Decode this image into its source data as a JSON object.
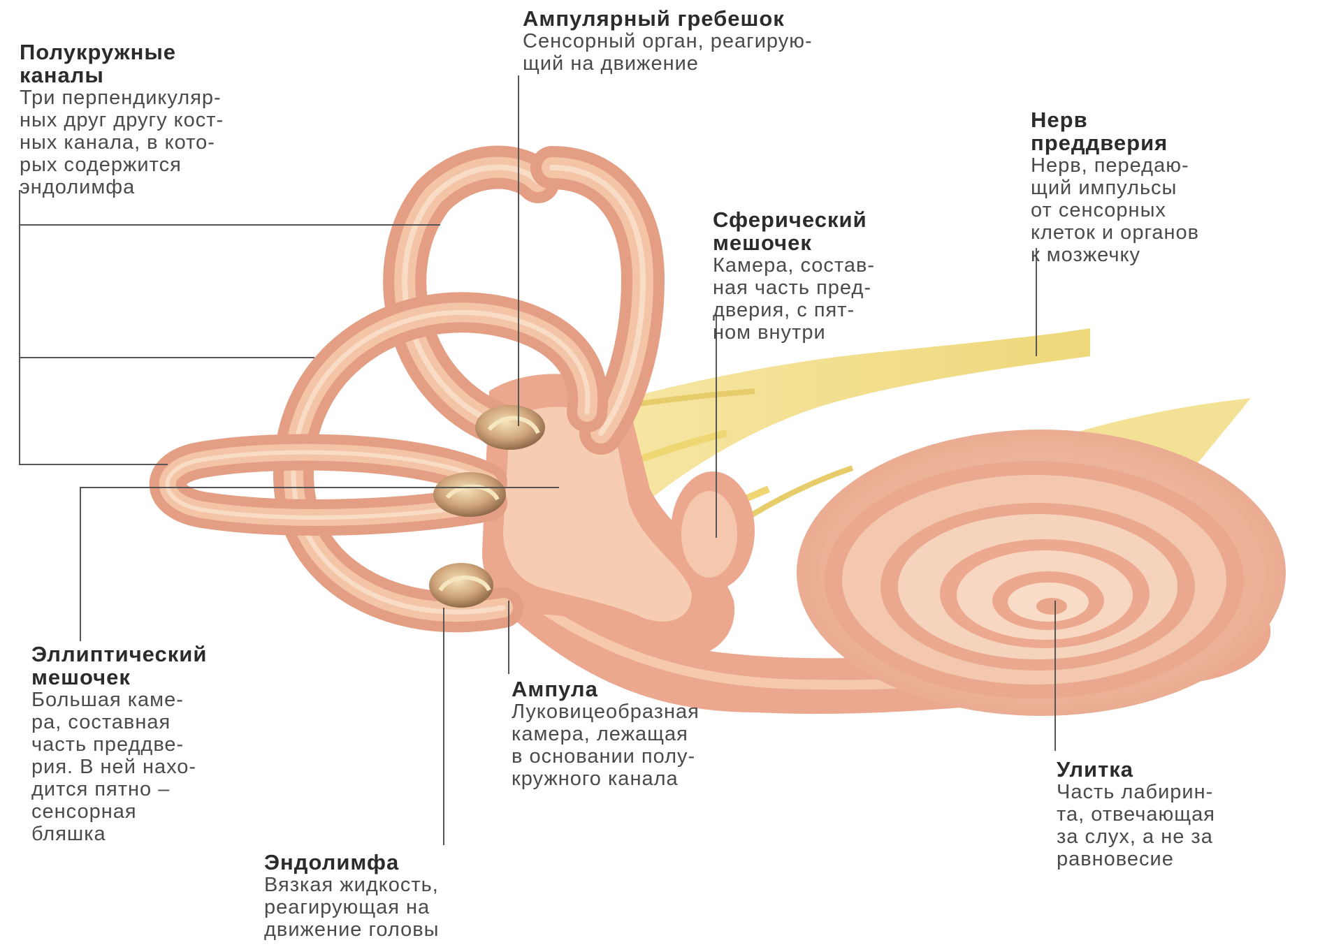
{
  "labels": {
    "semicircular_canals": {
      "title": "Полукружные\nканалы",
      "desc": "Три перпендикуляр-\nных друг другу кост-\nных канала, в кото-\nрых содержится\nэндолимфа"
    },
    "ampullary_crest": {
      "title": "Ампулярный гребешок",
      "desc": "Сенсорный орган, реагирую-\nщий на движение"
    },
    "vestibular_nerve": {
      "title": "Нерв\nпреддверия",
      "desc": "Нерв, передаю-\nщий импульсы\nот сенсорных\nклеток и органов\nк мозжечку"
    },
    "saccule": {
      "title": "Сферический\nмешочек",
      "desc": "Камера, состав-\nная часть пред-\nдверия, с пят-\nном внутри"
    },
    "utricle": {
      "title": "Эллиптический\nмешочек",
      "desc": "Большая каме-\nра, составная\nчасть преддве-\nрия. В ней нахо-\nдится пятно –\nсенсорная\nбляшка"
    },
    "ampulla": {
      "title": "Ампула",
      "desc": "Луковицеобразная\nкамера, лежащая\nв основании полу-\nкружного канала"
    },
    "cochlea": {
      "title": "Улитка",
      "desc": "Часть лабирин-\nта, отвечающая\nза слух, а не за\nравновесие"
    },
    "endolymph": {
      "title": "Эндолимфа",
      "desc": "Вязкая жидкость,\nреагирующая на\nдвижение головы"
    }
  },
  "colors": {
    "tissue_outer": "#e8a48a",
    "tissue_inner": "#f6c9ad",
    "tissue_core": "#f9d9c4",
    "nerve": "#f2df8a",
    "nerve_dark": "#e6cc6a",
    "ampulla_crest": "#c9a27a",
    "leader_line": "#555555"
  }
}
